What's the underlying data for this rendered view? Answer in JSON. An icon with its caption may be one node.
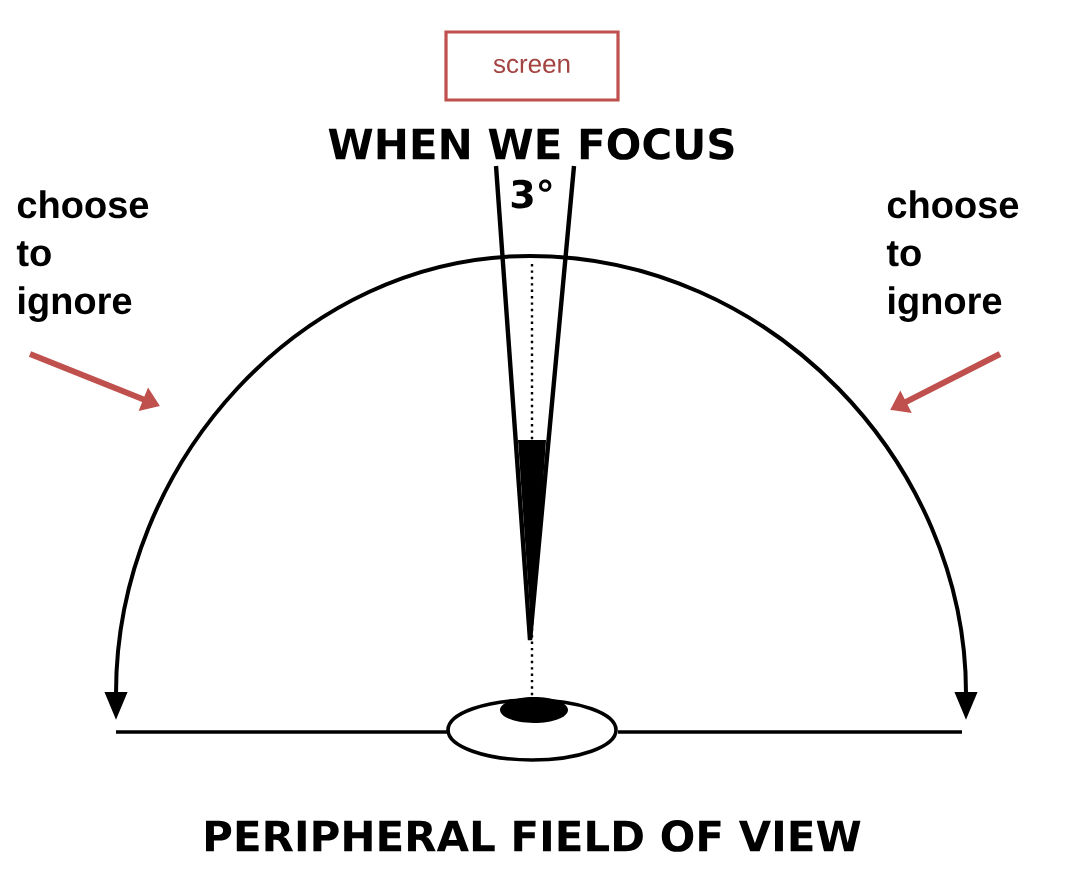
{
  "diagram": {
    "nodes": [
      {
        "text": [
          "screen"
        ]
      },
      {
        "text": [
          "choose to ignore"
        ]
      },
      {
        "text": [
          "choose to ignore"
        ]
      },
      {
        "text": [],
        "shape": "circle"
      }
    ],
    "edges": [
      {
        "from": 1,
        "to": null,
        "arrow": "to",
        "color": "#c0504d"
      },
      {
        "from": 2,
        "to": null,
        "arrow": "to",
        "color": "#c0504d"
      }
    ],
    "labels": [
      "WHEN WE FOCUS",
      "3°",
      "PERIPHERAL FIELD OF VIEW"
    ]
  }
}
